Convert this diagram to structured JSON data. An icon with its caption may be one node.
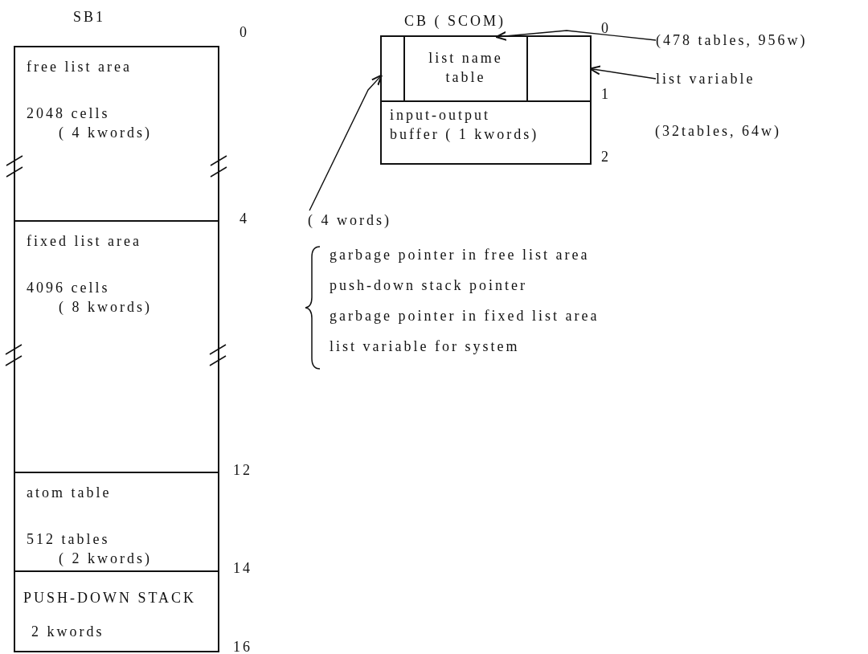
{
  "diagram": {
    "nodes": [
      {
        "text": [
          "SB1"
        ]
      },
      {
        "text": [
          "free list area",
          "2048 cells ( 4 kwords)"
        ],
        "in": 0
      },
      {
        "text": [
          "fixed list area",
          "4096 cells ( 8 kwords)"
        ],
        "in": 0
      },
      {
        "text": [
          "atom table",
          "512 tables ( 2 kwords)"
        ],
        "in": 0
      },
      {
        "text": [
          "PUSH-DOWN STACK",
          "2 kwords"
        ],
        "in": 0
      },
      {
        "text": [
          "CB ( SCOM)"
        ]
      },
      {
        "text": [],
        "shape": "box",
        "in": 5
      },
      {
        "text": [
          "list name table"
        ],
        "in": 5
      },
      {
        "text": [],
        "shape": "box",
        "in": 5
      },
      {
        "text": [
          "input-output buffer ( 1 kwords)"
        ],
        "in": 5
      },
      {
        "text": [
          "(478 tables, 956w)"
        ]
      },
      {
        "text": [
          "list variable"
        ]
      },
      {
        "text": [
          "( 4 words)"
        ]
      }
    ],
    "edges": [
      {
        "from": 10,
        "to": 7,
        "arrow": "to"
      },
      {
        "from": 11,
        "to": 8,
        "arrow": "to"
      },
      {
        "from": 12,
        "to": 6,
        "arrow": "to"
      }
    ],
    "labels": [
      "0",
      "4",
      "12",
      "14",
      "16",
      "0",
      "1",
      "2",
      "(32tables, 64w)",
      "garbage pointer in free list area",
      "push-down stack pointer",
      "garbage pointer in fixed list area",
      "list variable for system"
    ]
  }
}
